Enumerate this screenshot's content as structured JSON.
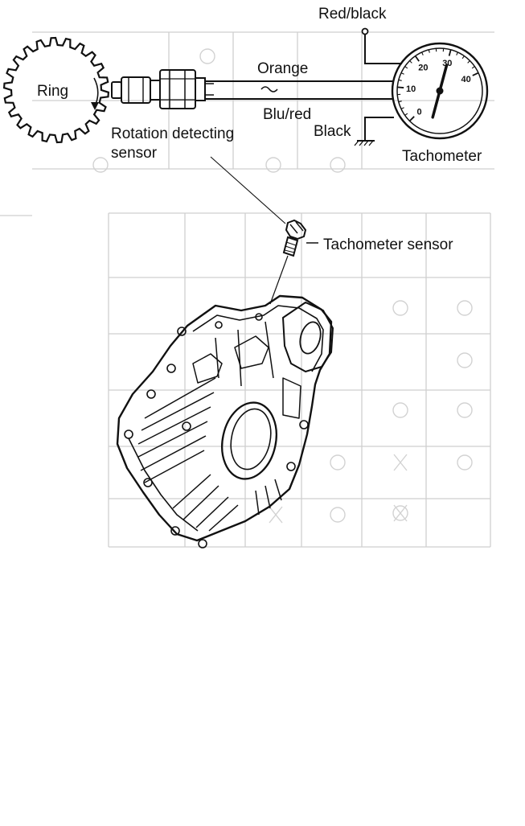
{
  "labels": {
    "ring": "Ring",
    "red_black": "Red/black",
    "orange": "Orange",
    "blu_red": "Blu/red",
    "black": "Black",
    "rotation_line1": "Rotation detecting",
    "rotation_line2": "sensor",
    "tachometer": "Tachometer",
    "tachometer_sensor": "Tachometer sensor"
  },
  "gauge": {
    "ticks": [
      "0",
      "10",
      "20",
      "30",
      "40"
    ],
    "needle_value": 30
  },
  "colors": {
    "ink": "#111111",
    "background": "#ffffff"
  }
}
